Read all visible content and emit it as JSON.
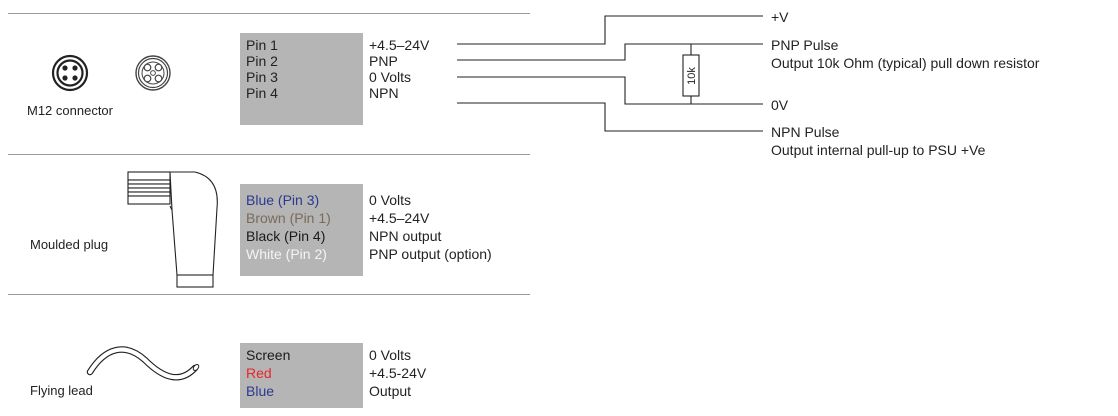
{
  "m12": {
    "label": "M12 connector",
    "pins": [
      {
        "name": "Pin 1",
        "value": "+4.5–24V"
      },
      {
        "name": "Pin 2",
        "value": "PNP"
      },
      {
        "name": "Pin 3",
        "value": "0 Volts"
      },
      {
        "name": "Pin 4",
        "value": "NPN"
      }
    ]
  },
  "wiring": {
    "resistor": "10k",
    "labels": {
      "plus_v": "+V",
      "pnp_pulse": "PNP Pulse",
      "pnp_note": "Output 10k Ohm (typical) pull down resistor",
      "zero_v": "0V",
      "npn_pulse": "NPN Pulse",
      "npn_note": "Output internal pull-up to PSU +Ve"
    }
  },
  "moulded": {
    "label": "Moulded plug",
    "wires": [
      {
        "name": "Blue (Pin 3)",
        "value": "0 Volts",
        "color": "#2b3990"
      },
      {
        "name": "Brown (Pin 1)",
        "value": "+4.5–24V",
        "color": "#7a6a5a"
      },
      {
        "name": "Black (Pin 4)",
        "value": "NPN output",
        "color": "#1a1a1a"
      },
      {
        "name": "White (Pin 2)",
        "value": "PNP output (option)",
        "color": "#f4f4f4"
      }
    ]
  },
  "flying": {
    "label": "Flying lead",
    "wires": [
      {
        "name": "Screen",
        "value": "0 Volts",
        "color": "#1a1a1a"
      },
      {
        "name": "Red",
        "value": "+4.5-24V",
        "color": "#e8262a"
      },
      {
        "name": "Blue",
        "value": "Output",
        "color": "#2b3990"
      }
    ]
  }
}
